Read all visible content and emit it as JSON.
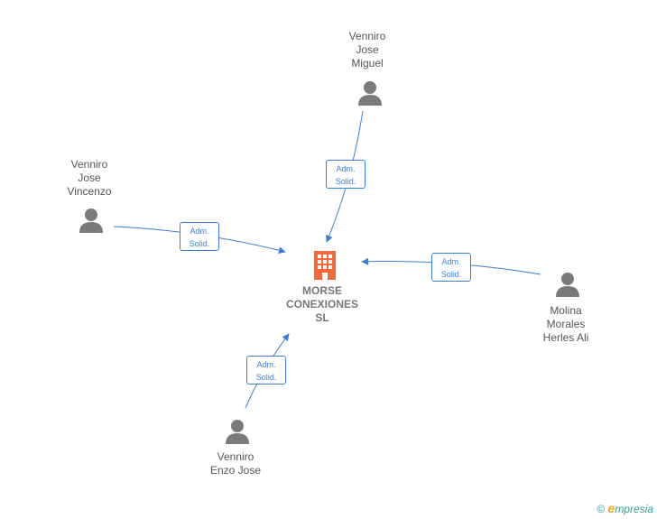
{
  "colors": {
    "edge": "#3a7fd5",
    "person": "#7a7a7a",
    "company": "#f26a3a",
    "brand": "#2f9e9a"
  },
  "company": {
    "lines": [
      "MORSE",
      "CONEXIONES",
      "SL"
    ],
    "icon": "building-icon"
  },
  "people": [
    {
      "id": "venniro-jose-miguel",
      "lines": [
        "Venniro",
        "Jose",
        "Miguel"
      ],
      "icon": "person-icon"
    },
    {
      "id": "venniro-jose-vincenzo",
      "lines": [
        "Venniro",
        "Jose",
        "Vincenzo"
      ],
      "icon": "person-icon"
    },
    {
      "id": "molina-morales-herles-ali",
      "lines": [
        "Molina",
        "Morales",
        "Herles Ali"
      ],
      "icon": "person-icon"
    },
    {
      "id": "venniro-enzo-jose",
      "lines": [
        "Venniro",
        "Enzo Jose"
      ],
      "icon": "person-icon"
    }
  ],
  "relations": [
    {
      "from": "venniro-jose-miguel",
      "to": "company",
      "lines": [
        "Adm.",
        "Solid."
      ]
    },
    {
      "from": "venniro-jose-vincenzo",
      "to": "company",
      "lines": [
        "Adm.",
        "Solid."
      ]
    },
    {
      "from": "molina-morales-herles-ali",
      "to": "company",
      "lines": [
        "Adm.",
        "Solid."
      ]
    },
    {
      "from": "venniro-enzo-jose",
      "to": "company",
      "lines": [
        "Adm.",
        "Solid."
      ]
    }
  ],
  "brand": {
    "copyright": "©",
    "initial": "e",
    "rest": "mpresia"
  }
}
